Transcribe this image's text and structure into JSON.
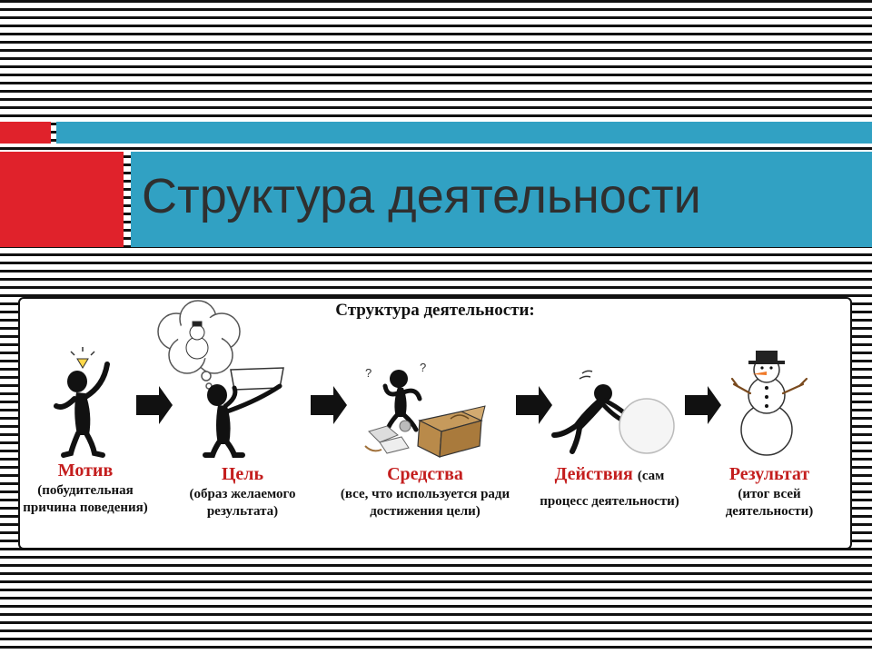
{
  "slide": {
    "title": "Структура деятельности",
    "colors": {
      "accent_red": "#e0222b",
      "accent_blue": "#31a1c3",
      "title_text": "#2f2f2f",
      "stage_name": "#c41e1e"
    }
  },
  "diagram": {
    "heading": "Структура деятельности:",
    "stages": [
      {
        "name": "Мотив",
        "description": "(побудительная причина поведения)",
        "icon": "person-with-lightbulb-icon"
      },
      {
        "name": "Цель",
        "description": "(образ желаемого результата)",
        "icon": "person-holding-sign-icon"
      },
      {
        "name": "Средства",
        "description": "(все, что используется ради достижения цели)",
        "icon": "person-with-box-and-tools-icon"
      },
      {
        "name": "Действия",
        "description": "(сам процесс деятельности)",
        "icon": "person-rolling-snowball-icon"
      },
      {
        "name": "Результат",
        "description": "(итог всей деятельности)",
        "icon": "snowman-icon"
      }
    ],
    "arrow_icon": "right-arrow-icon"
  }
}
